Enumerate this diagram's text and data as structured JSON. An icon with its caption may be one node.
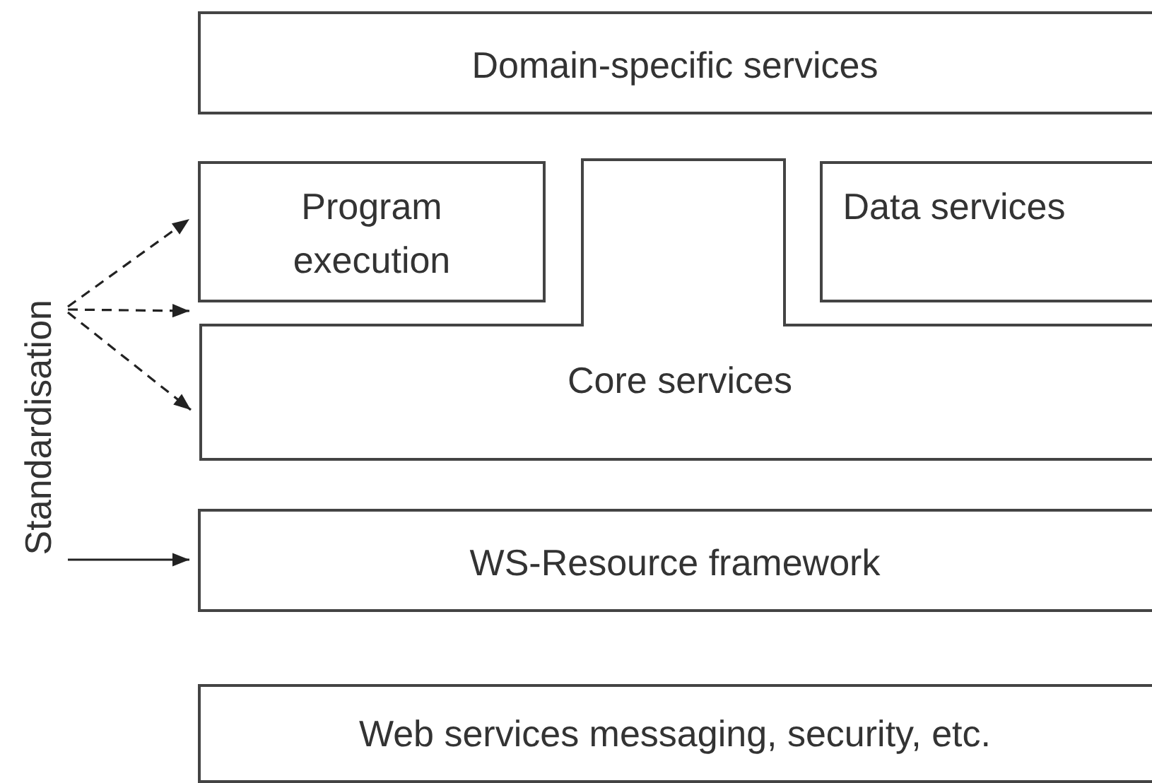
{
  "diagram": {
    "nodes": [
      {
        "text": [
          "Domain-specific services"
        ]
      },
      {
        "text": [
          "Program execution"
        ]
      },
      {
        "text": [
          "Data services"
        ]
      },
      {
        "text": [
          "Core services"
        ]
      },
      {
        "text": [
          "WS-Resource framework"
        ]
      },
      {
        "text": [
          "Web services messaging, security, etc."
        ]
      },
      {
        "text": [
          "Standardisation"
        ]
      }
    ],
    "edges": [
      {
        "from": 6,
        "to": 1,
        "arrow": "to",
        "style": "dashed"
      },
      {
        "from": 6,
        "to": 1,
        "arrow": "to",
        "style": "dashed"
      },
      {
        "from": 6,
        "to": 3,
        "arrow": "to",
        "style": "dashed"
      },
      {
        "from": 6,
        "to": 4,
        "arrow": "to"
      }
    ]
  }
}
